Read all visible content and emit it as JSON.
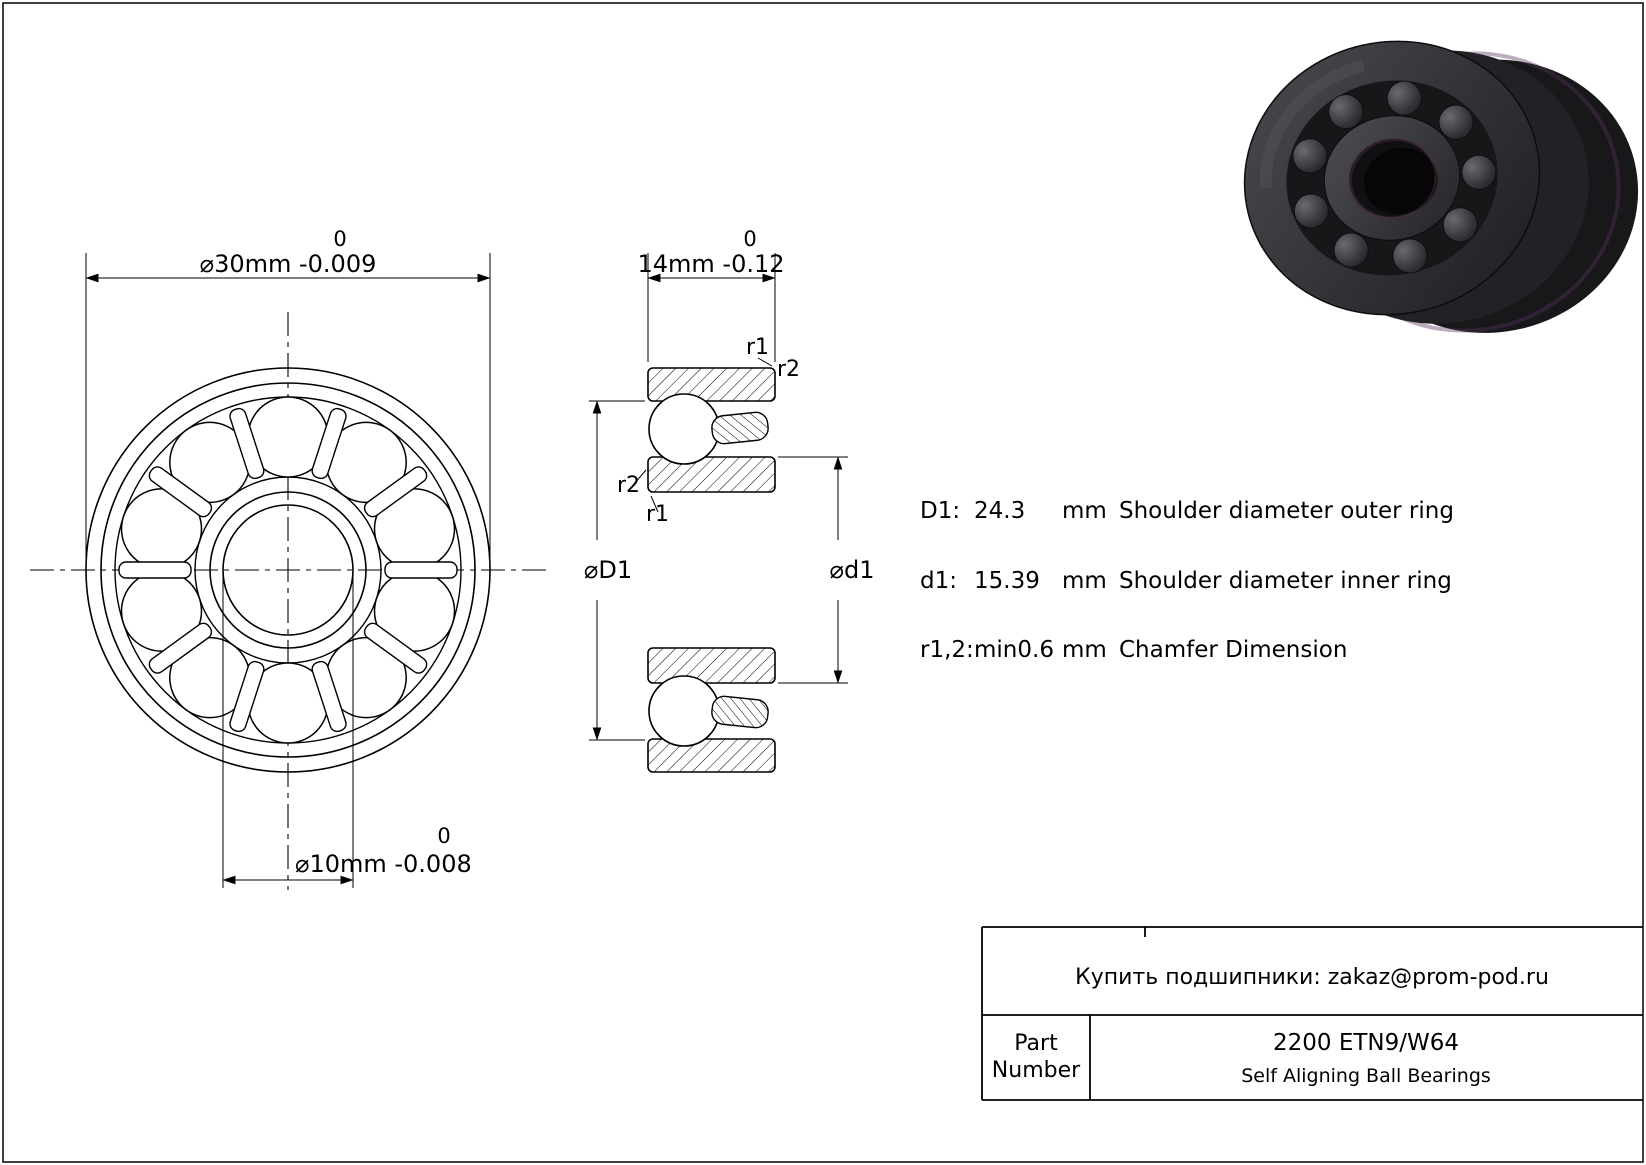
{
  "colors": {
    "line": "#000000",
    "background": "#ffffff",
    "bearing_body": "#323236",
    "bearing_sheen": "#58305a"
  },
  "drawing": {
    "front_view": {
      "dim_outer": {
        "tol": "0",
        "text": "⌀30mm -0.009"
      },
      "dim_bore": {
        "tol": "0",
        "text": "⌀10mm -0.008"
      }
    },
    "section_view": {
      "dim_width": {
        "tol": "0",
        "text": "14mm -0.12"
      },
      "labels": {
        "r1_top": "r1",
        "r2_top": "r2",
        "r2_side": "r2",
        "r1_side": "r1",
        "shoulder_outer": "⌀D1",
        "shoulder_inner": "⌀d1"
      }
    }
  },
  "specs": {
    "rows": [
      {
        "name": "D1:",
        "value": "24.3",
        "unit": "mm",
        "desc": "Shoulder diameter outer ring"
      },
      {
        "name": "d1:",
        "value": "15.39",
        "unit": "mm",
        "desc": "Shoulder diameter inner ring"
      },
      {
        "name": "r1,2:",
        "value": "min0.6",
        "unit": "mm",
        "desc": "Chamfer Dimension"
      }
    ]
  },
  "title_block": {
    "contact": "Купить подшипники: zakaz@prom-pod.ru",
    "part_label": {
      "line1": "Part",
      "line2": "Number"
    },
    "part_number": "2200 ETN9/W64",
    "subtitle": "Self Aligning Ball Bearings"
  }
}
